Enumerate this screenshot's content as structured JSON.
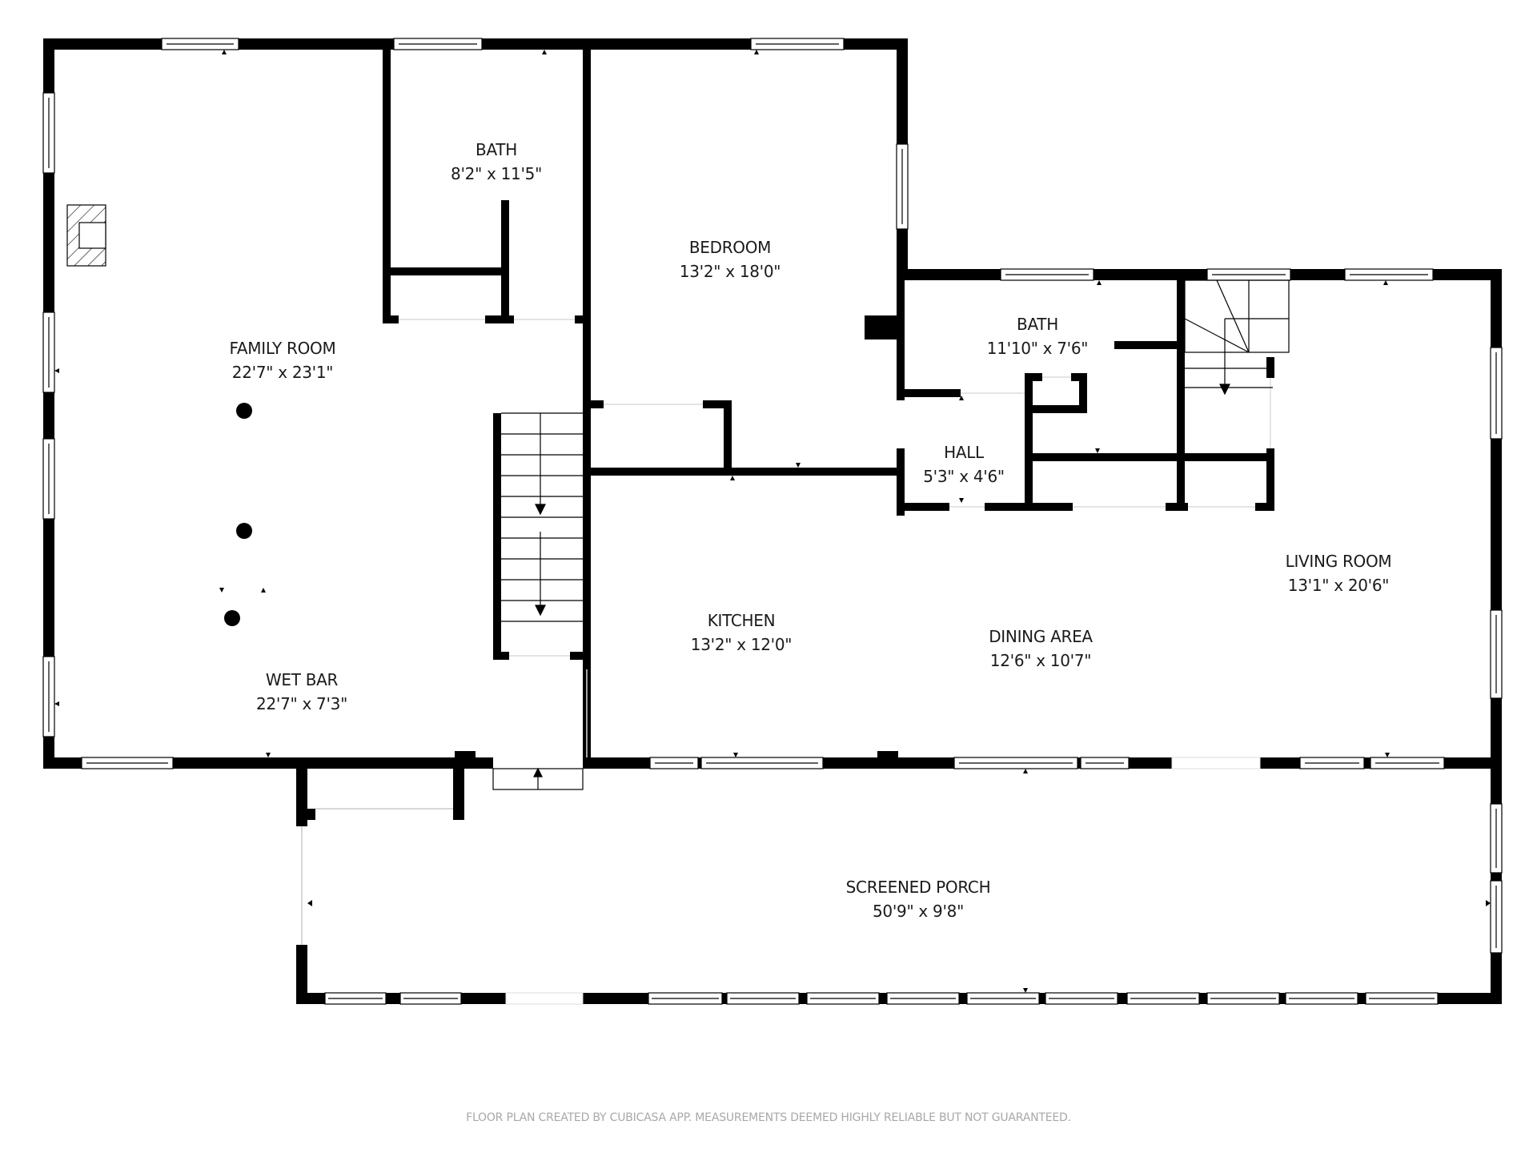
{
  "floor_plan": {
    "rooms": [
      {
        "id": "family-room",
        "name": "FAMILY ROOM",
        "dimensions": "22'7\" x 23'1\""
      },
      {
        "id": "bath-1",
        "name": "BATH",
        "dimensions": "8'2\" x 11'5\""
      },
      {
        "id": "bedroom",
        "name": "BEDROOM",
        "dimensions": "13'2\" x 18'0\""
      },
      {
        "id": "bath-2",
        "name": "BATH",
        "dimensions": "11'10\" x 7'6\""
      },
      {
        "id": "hall",
        "name": "HALL",
        "dimensions": "5'3\" x 4'6\""
      },
      {
        "id": "living-room",
        "name": "LIVING ROOM",
        "dimensions": "13'1\" x 20'6\""
      },
      {
        "id": "kitchen",
        "name": "KITCHEN",
        "dimensions": "13'2\" x 12'0\""
      },
      {
        "id": "dining-area",
        "name": "DINING AREA",
        "dimensions": "12'6\" x 10'7\""
      },
      {
        "id": "wet-bar",
        "name": "WET BAR",
        "dimensions": "22'7\" x 7'3\""
      },
      {
        "id": "screened-porch",
        "name": "SCREENED PORCH",
        "dimensions": "50'9\" x 9'8\""
      }
    ],
    "symbols": [
      "fireplace-icon",
      "stairs-icon",
      "column-icon",
      "window-icon",
      "door-icon"
    ],
    "colors": {
      "wall": "#000000",
      "background": "#ffffff",
      "footer_text": "#a8a8a8"
    }
  },
  "footer": {
    "disclaimer": "FLOOR PLAN CREATED BY CUBICASA APP. MEASUREMENTS DEEMED HIGHLY RELIABLE BUT NOT GUARANTEED."
  }
}
